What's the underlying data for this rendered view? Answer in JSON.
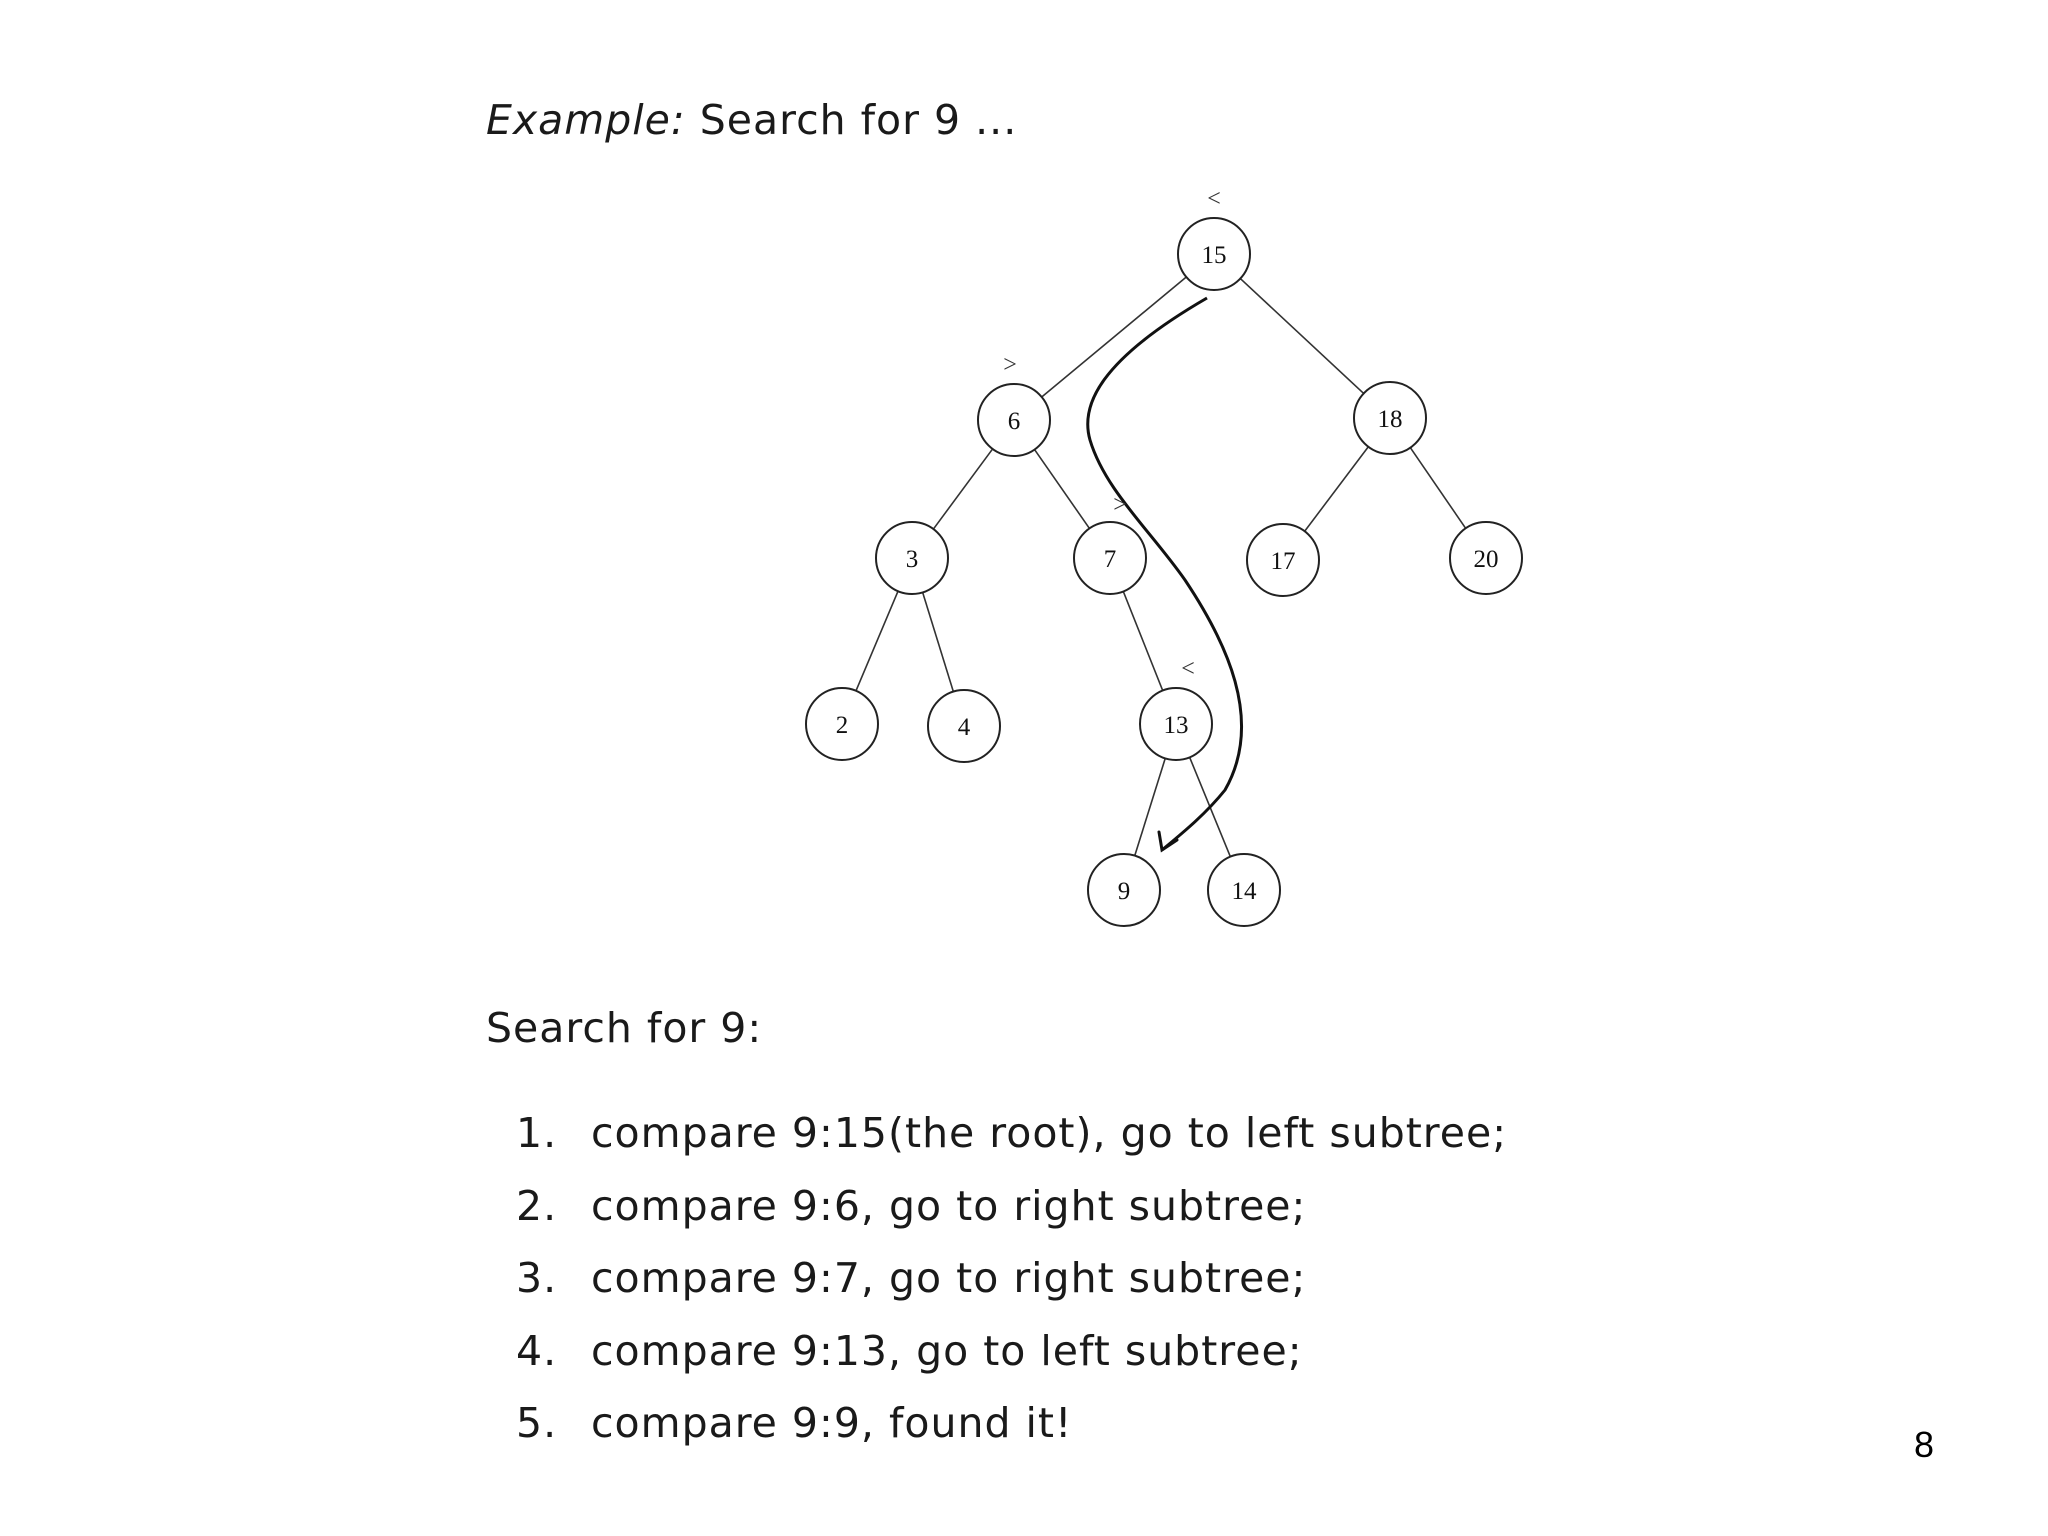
{
  "example": {
    "label": "Example:",
    "text": "Search for 9 ..."
  },
  "tree": {
    "nodes": [
      {
        "id": "15",
        "label": "15",
        "mark": "<"
      },
      {
        "id": "6",
        "label": "6",
        "mark": ">"
      },
      {
        "id": "18",
        "label": "18",
        "mark": ""
      },
      {
        "id": "3",
        "label": "3",
        "mark": ""
      },
      {
        "id": "7",
        "label": "7",
        "mark": ">"
      },
      {
        "id": "17",
        "label": "17",
        "mark": ""
      },
      {
        "id": "20",
        "label": "20",
        "mark": ""
      },
      {
        "id": "2",
        "label": "2",
        "mark": ""
      },
      {
        "id": "4",
        "label": "4",
        "mark": ""
      },
      {
        "id": "13",
        "label": "13",
        "mark": "<"
      },
      {
        "id": "9",
        "label": "9",
        "mark": ""
      },
      {
        "id": "14",
        "label": "14",
        "mark": ""
      }
    ],
    "edges": [
      [
        "15",
        "6"
      ],
      [
        "15",
        "18"
      ],
      [
        "6",
        "3"
      ],
      [
        "6",
        "7"
      ],
      [
        "18",
        "17"
      ],
      [
        "18",
        "20"
      ],
      [
        "3",
        "2"
      ],
      [
        "3",
        "4"
      ],
      [
        "7",
        "13"
      ],
      [
        "13",
        "9"
      ],
      [
        "13",
        "14"
      ]
    ]
  },
  "search": {
    "heading": "Search for 9:",
    "steps": [
      {
        "num": "1.",
        "text": "compare 9:15(the root), go to left subtree;"
      },
      {
        "num": "2.",
        "text": "compare 9:6, go to right subtree;"
      },
      {
        "num": "3.",
        "text": "compare 9:7, go to right subtree;"
      },
      {
        "num": "4.",
        "text": "compare 9:13, go to left subtree;"
      },
      {
        "num": "5.",
        "text": "compare 9:9, found it!"
      }
    ]
  },
  "page_number": "8"
}
